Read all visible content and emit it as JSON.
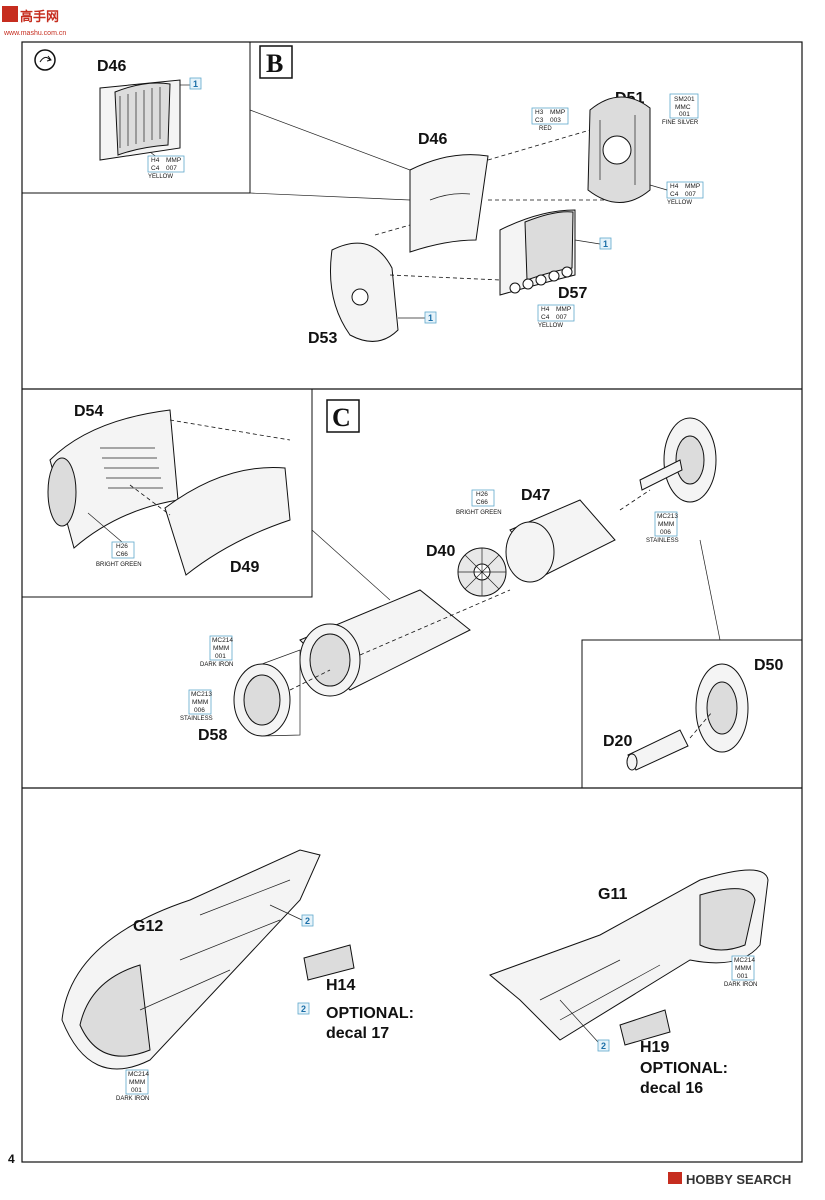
{
  "watermark": {
    "title": "高手网",
    "url": "www.mashu.com.cn",
    "brand": "HOBBY SEARCH"
  },
  "page_number": "4",
  "steps": {
    "b": "B",
    "c": "C"
  },
  "parts": {
    "d46_inset": "D46",
    "d46": "D46",
    "d51": "D51",
    "d53": "D53",
    "d57": "D57",
    "d54": "D54",
    "d49": "D49",
    "d47": "D47",
    "d40": "D40",
    "d58": "D58",
    "d50": "D50",
    "d20": "D20",
    "g12": "G12",
    "g11": "G11",
    "h14": "H14",
    "h19": "H19"
  },
  "callouts": {
    "one": "1",
    "two": "2"
  },
  "paints": {
    "h4_yellow": {
      "code1": "H4",
      "code2": "MMP",
      "code3": "C4",
      "code4": "007",
      "name": "YELLOW"
    },
    "h3_red": {
      "code1": "H3",
      "code2": "MMP",
      "code3": "C3",
      "code4": "003",
      "name": "RED"
    },
    "fine_silver": {
      "code1": "SM201",
      "code2": "MMC",
      "code3": "001",
      "name": "FINE SILVER"
    },
    "bright_green": {
      "code1": "H26",
      "code2": "C66",
      "name": "BRIGHT GREEN"
    },
    "dark_iron": {
      "code1": "MC214",
      "code2": "MMM",
      "code3": "001",
      "name": "DARK IRON"
    },
    "stainless": {
      "code1": "MC213",
      "code2": "MMM",
      "code3": "006",
      "name": "STAINLESS"
    }
  },
  "optional": {
    "h14_line1": "OPTIONAL:",
    "h14_line2": "decal 17",
    "h19_line1": "OPTIONAL:",
    "h19_line2": "decal 16"
  }
}
